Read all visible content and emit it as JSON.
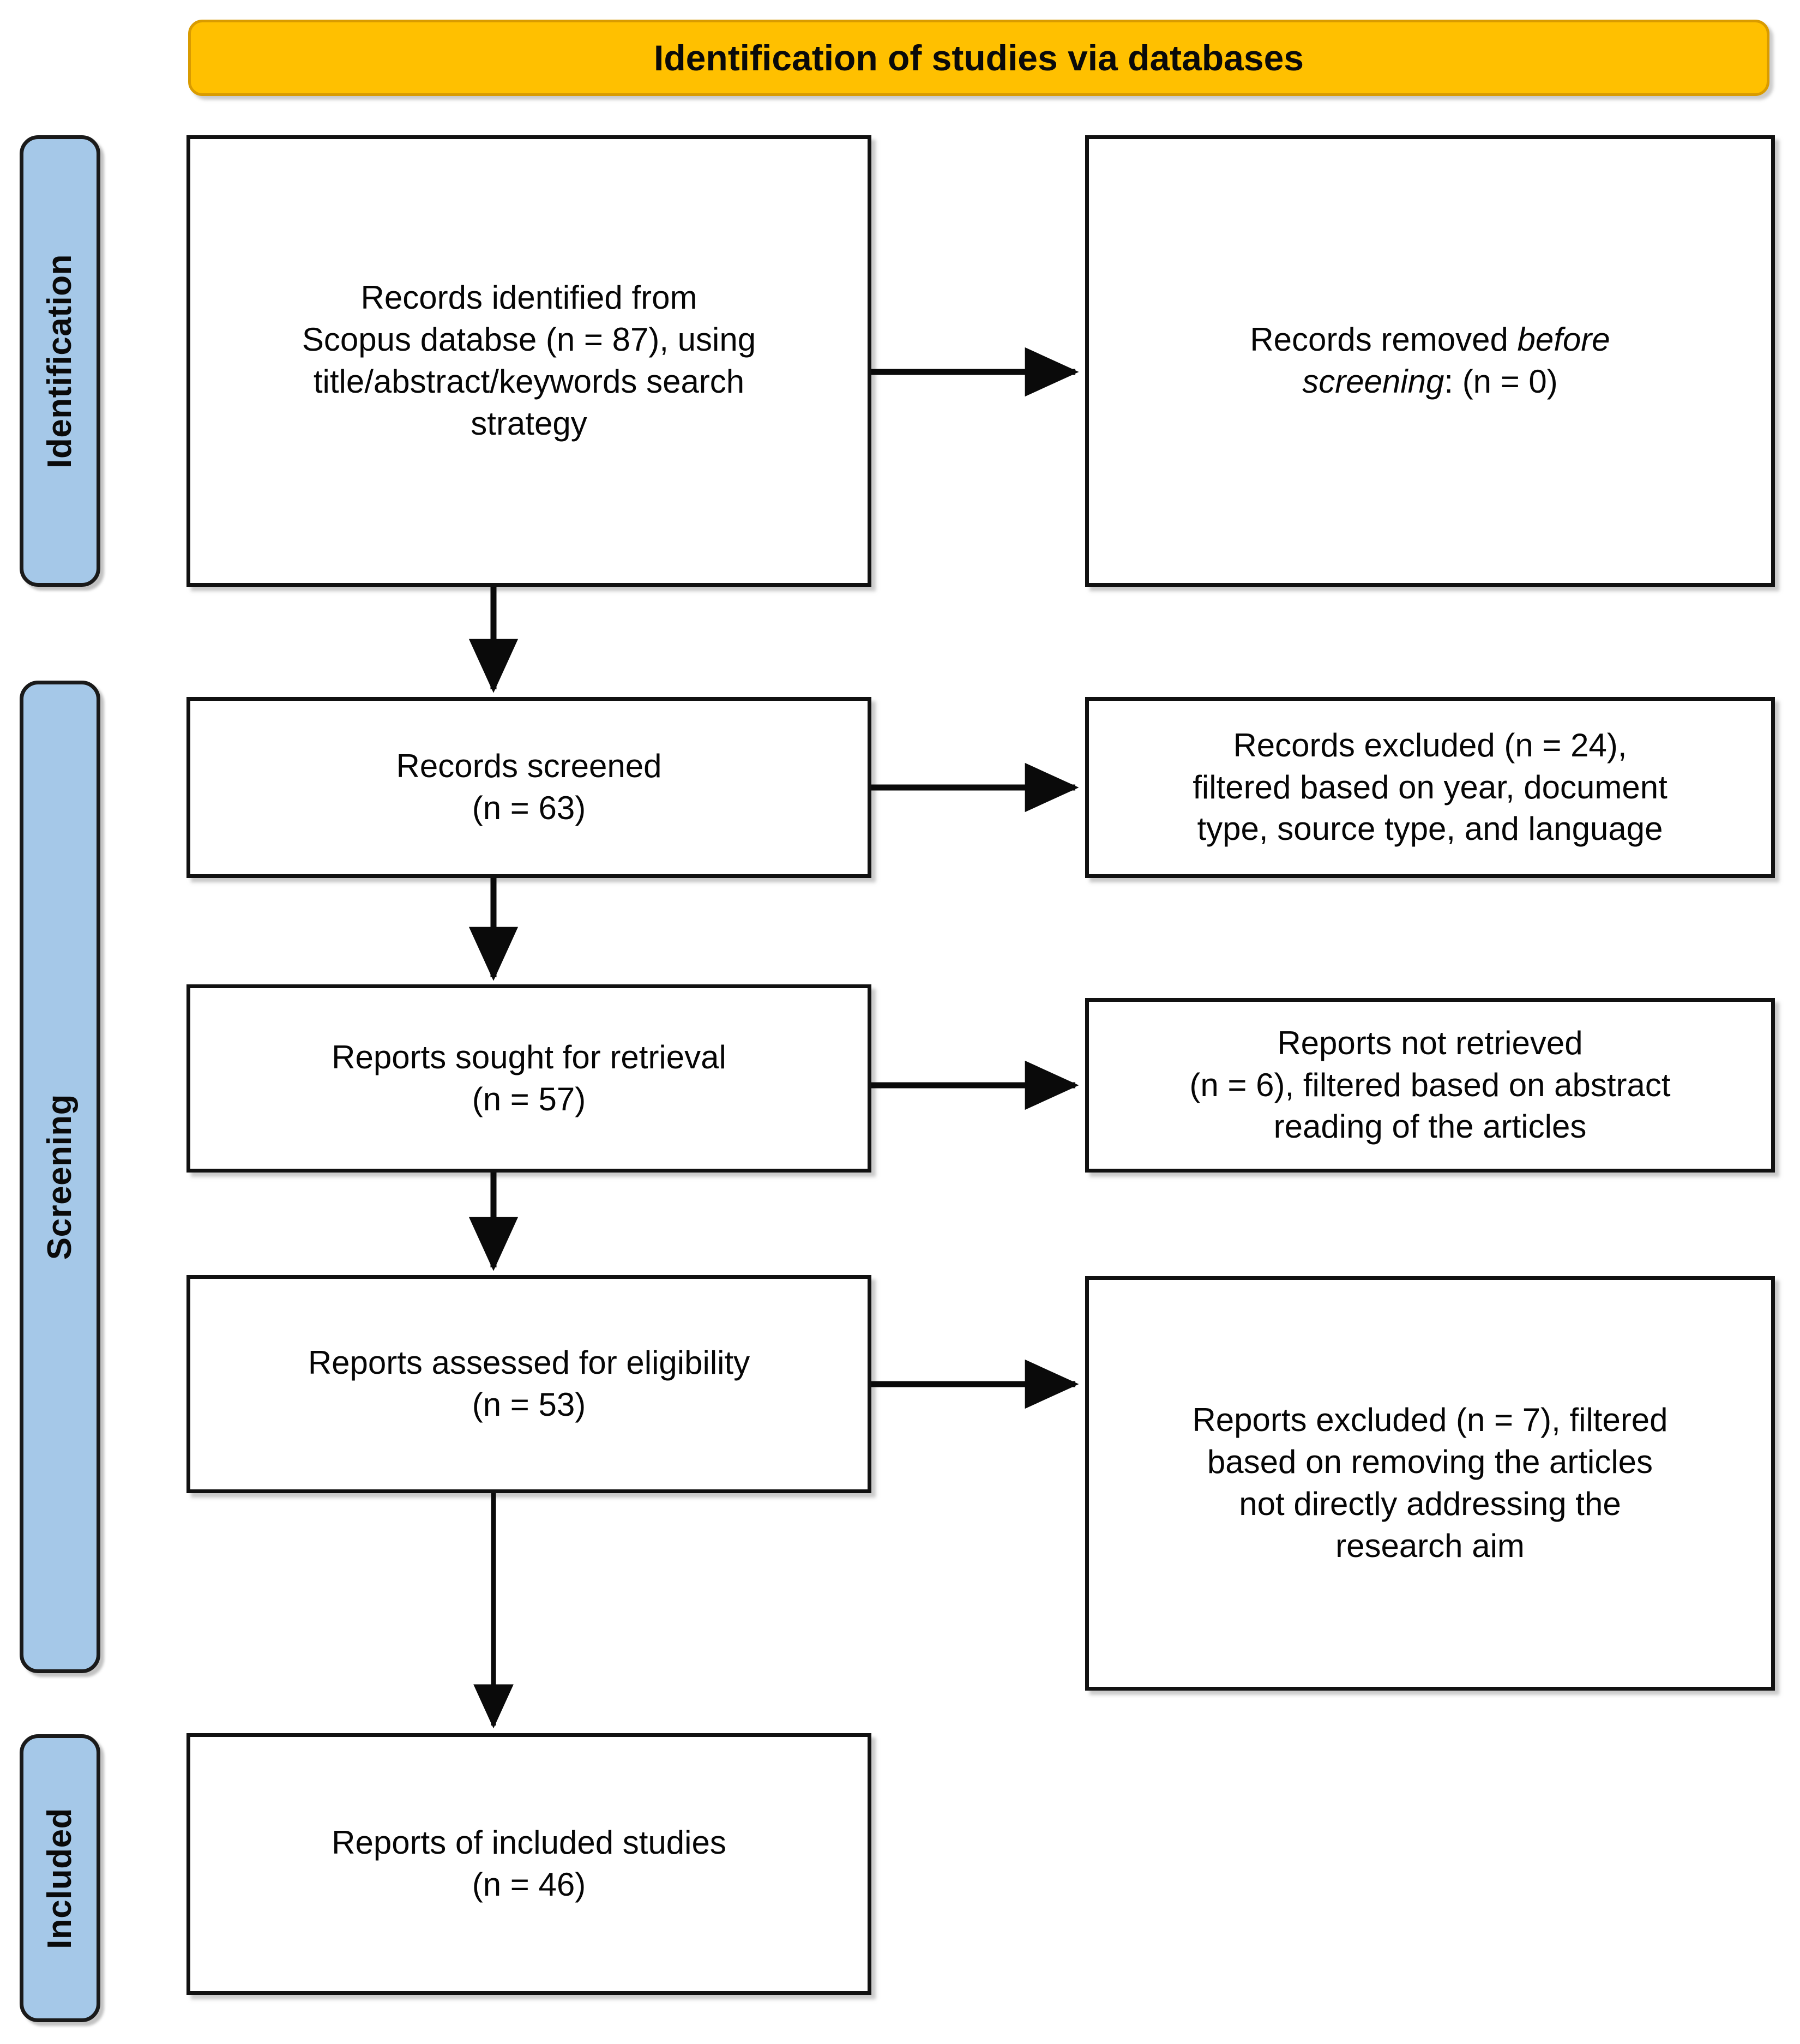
{
  "figure": {
    "type": "prisma-flow-diagram",
    "banner": {
      "title": "Identification of studies via databases",
      "color": "#FFC000"
    },
    "stages": [
      {
        "id": "identification",
        "label": "Identification",
        "color": "#A5C8E8"
      },
      {
        "id": "screening",
        "label": "Screening",
        "color": "#A5C8E8"
      },
      {
        "id": "included",
        "label": "Included",
        "color": "#A5C8E8"
      }
    ],
    "boxes": {
      "records_identified": {
        "text": "Records identified from\nScopus databse (n = 87), using\ntitle/abstract/keywords search\nstrategy",
        "count": 87
      },
      "records_removed": {
        "text_before": "Records removed ",
        "text_italic": "before\nscreening",
        "text_after": ": (n = 0)",
        "count": 0
      },
      "records_screened": {
        "text": "Records screened\n(n = 63)",
        "count": 63
      },
      "records_excluded": {
        "text": "Records excluded (n = 24),\nfiltered based on year, document\ntype, source type, and language",
        "count": 24
      },
      "reports_sought": {
        "text": "Reports sought for retrieval\n(n = 57)",
        "count": 57
      },
      "reports_not_retrieved": {
        "text": "Reports not retrieved\n(n = 6), filtered based on abstract\nreading of the articles",
        "count": 6
      },
      "reports_assessed": {
        "text": "Reports assessed for eligibility\n(n = 53)",
        "count": 53
      },
      "reports_excluded": {
        "text": "Reports excluded (n = 7), filtered\nbased on removing the articles\nnot directly addressing the\nresearch aim",
        "count": 7
      },
      "reports_included": {
        "text": "Reports of included studies\n(n = 46)",
        "count": 46
      }
    },
    "flow_counts": {
      "identified": 87,
      "removed_before_screening": 0,
      "screened": 63,
      "excluded_at_screening": 24,
      "sought_for_retrieval": 57,
      "not_retrieved": 6,
      "assessed_for_eligibility": 53,
      "excluded_at_eligibility": 7,
      "included": 46
    }
  }
}
